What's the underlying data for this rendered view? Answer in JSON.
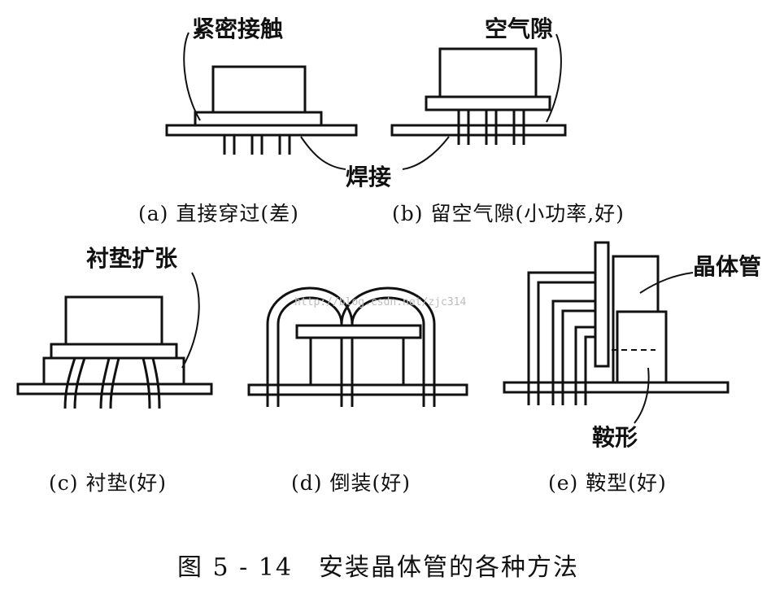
{
  "annotations": {
    "a_contact": "紧密接触",
    "weld": "焊接",
    "b_gap": "空气隙",
    "c_spacer": "衬垫扩张",
    "e_transistor": "晶体管",
    "e_saddle": "鞍形"
  },
  "captions": {
    "a": "(a) 直接穿过(差)",
    "b": "(b) 留空气隙(小功率,好)",
    "c": "(c) 衬垫(好)",
    "d": "(d) 倒装(好)",
    "e": "(e) 鞍型(好)"
  },
  "figure_title": "图 5 - 14　安装晶体管的各种方法",
  "watermark": "http://blog.csdn.net/zjc314"
}
